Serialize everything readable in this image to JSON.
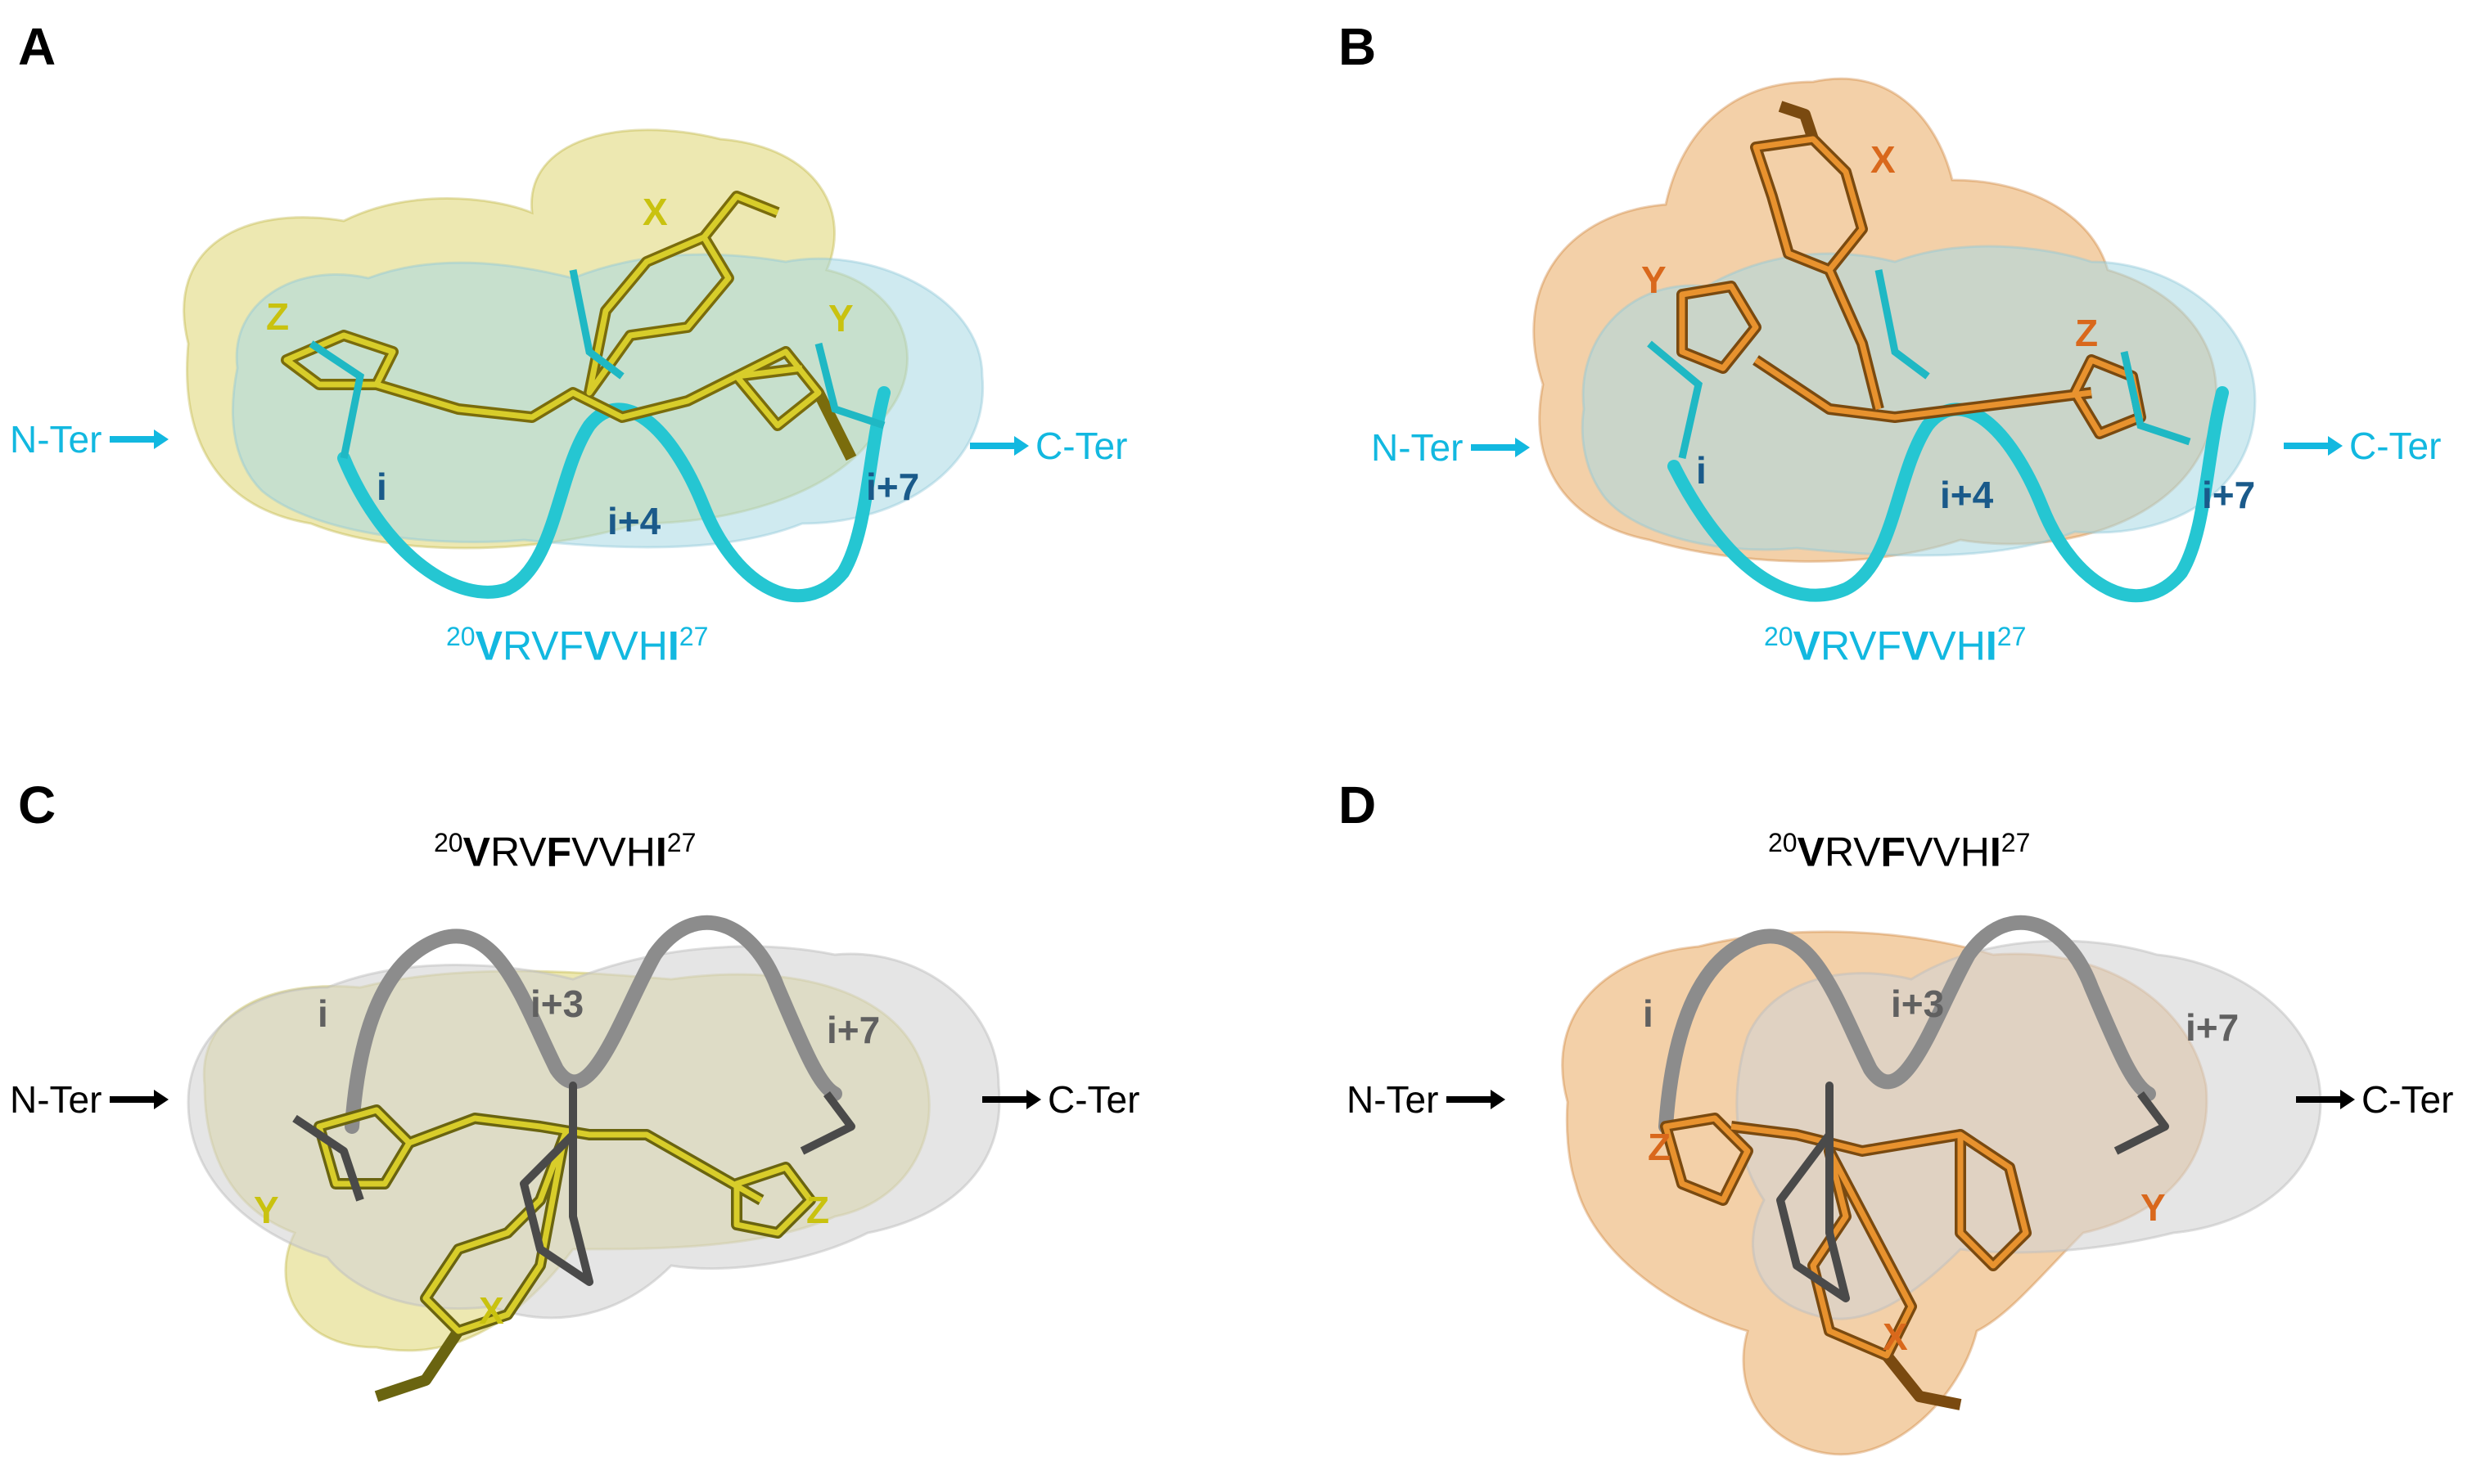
{
  "colors": {
    "cyan": "#12b8e0",
    "yellow_surface": "#d6cc52",
    "orange_surface": "#e5963f",
    "helix_cyan": "#25c6d2",
    "helix_gray": "#8c8c8c",
    "label_yellow": "#c9c20f",
    "label_orange": "#d9681c",
    "position_blue": "#1a5a8a",
    "position_gray": "#606060"
  },
  "panels": {
    "A": {
      "letter": "A",
      "n_ter": "N-Ter",
      "c_ter": "C-Ter",
      "seq": {
        "start": "20",
        "v1": "V",
        "mid": "RVF",
        "v2": "V",
        "mid2": "VH",
        "last": "I",
        "end": "27"
      },
      "labels": {
        "x": "X",
        "y": "Y",
        "z": "Z"
      },
      "positions": {
        "p1": "i",
        "p2": "i+4",
        "p3": "i+7"
      }
    },
    "B": {
      "letter": "B",
      "n_ter": "N-Ter",
      "c_ter": "C-Ter",
      "seq": {
        "start": "20",
        "v1": "V",
        "mid": "RVF",
        "v2": "V",
        "mid2": "VH",
        "last": "I",
        "end": "27"
      },
      "labels": {
        "x": "X",
        "y": "Y",
        "z": "Z"
      },
      "positions": {
        "p1": "i",
        "p2": "i+4",
        "p3": "i+7"
      }
    },
    "C": {
      "letter": "C",
      "n_ter": "N-Ter",
      "c_ter": "C-Ter",
      "seq": {
        "start": "20",
        "v1": "V",
        "mid": "RV",
        "f": "F",
        "mid2": "VVH",
        "last": "I",
        "end": "27"
      },
      "labels": {
        "x": "X",
        "y": "Y",
        "z": "Z"
      },
      "positions": {
        "p1": "i",
        "p2": "i+3",
        "p3": "i+7"
      }
    },
    "D": {
      "letter": "D",
      "n_ter": "N-Ter",
      "c_ter": "C-Ter",
      "seq": {
        "start": "20",
        "v1": "V",
        "mid": "RV",
        "f": "F",
        "mid2": "VVH",
        "last": "I",
        "end": "27"
      },
      "labels": {
        "x": "X",
        "y": "Y",
        "z": "Z"
      },
      "positions": {
        "p1": "i",
        "p2": "i+3",
        "p3": "i+7"
      }
    }
  }
}
